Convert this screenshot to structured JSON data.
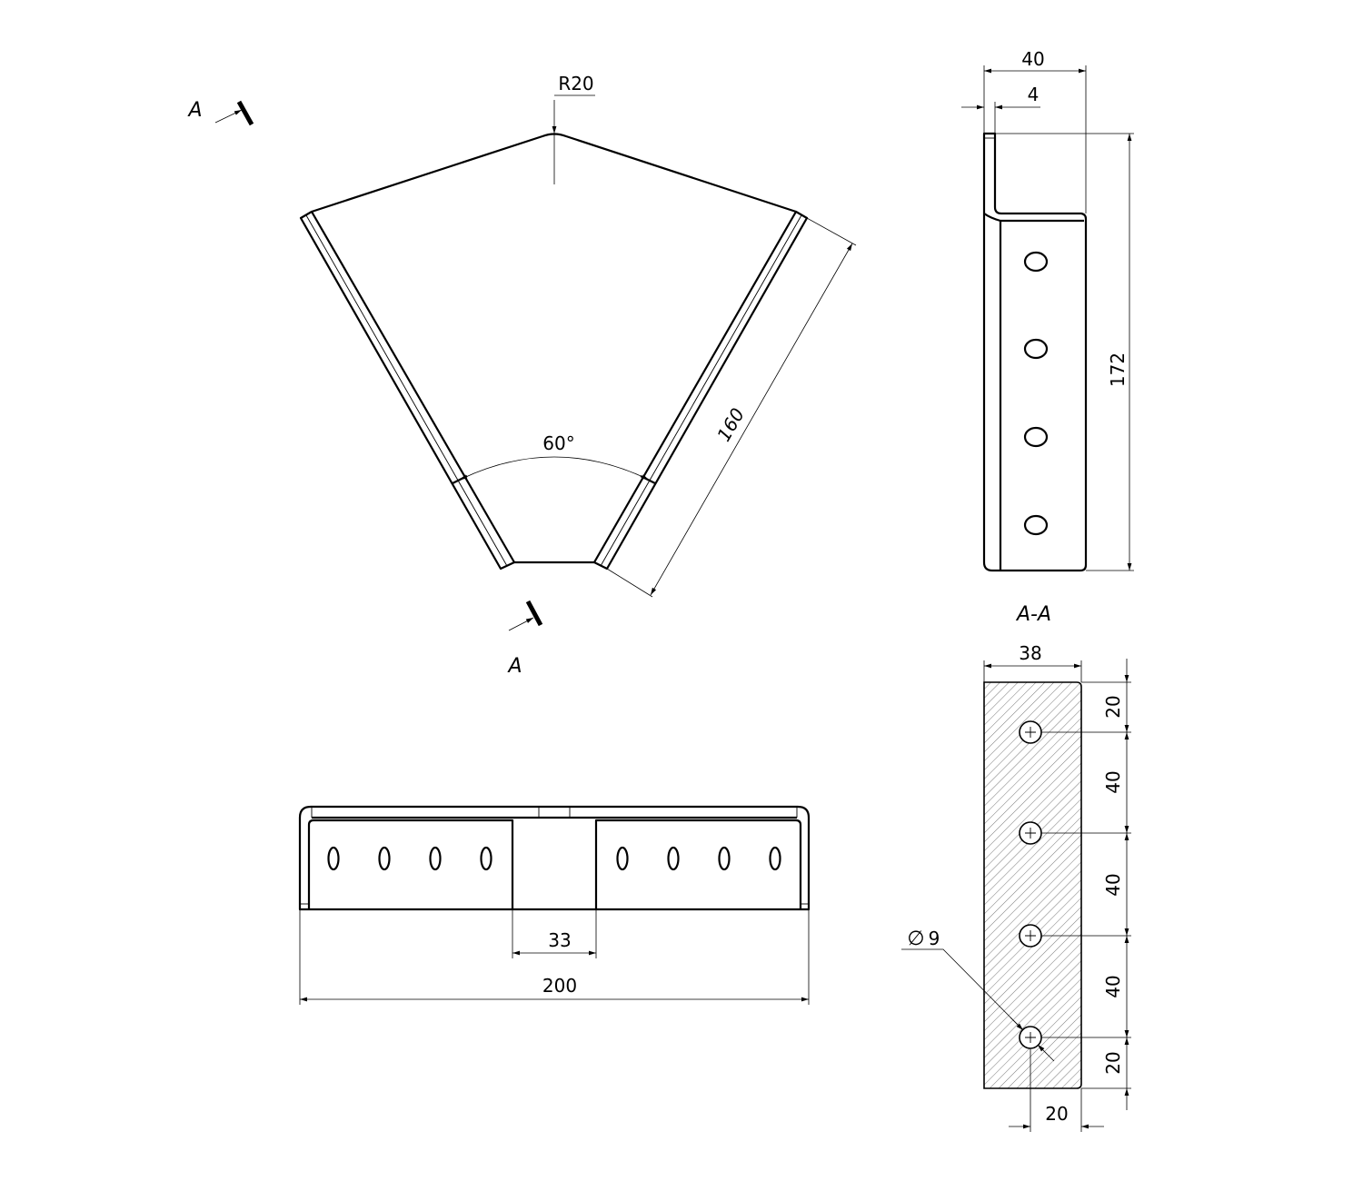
{
  "top_view": {
    "radius_label": "R20",
    "angle_label": "60°",
    "length_label": "160",
    "section_letter_top": "A",
    "section_letter_bottom": "A"
  },
  "side_view": {
    "width_label": "40",
    "thickness_label": "4",
    "height_label": "172"
  },
  "section_view": {
    "title": "A-A",
    "width_label": "38",
    "hole_spacing_labels": [
      "20",
      "40",
      "40",
      "40",
      "20"
    ],
    "hole_offset_label": "20",
    "hole_diameter_symbol": "∅",
    "hole_diameter_label": "9"
  },
  "front_view": {
    "gap_label": "33",
    "total_width_label": "200"
  }
}
